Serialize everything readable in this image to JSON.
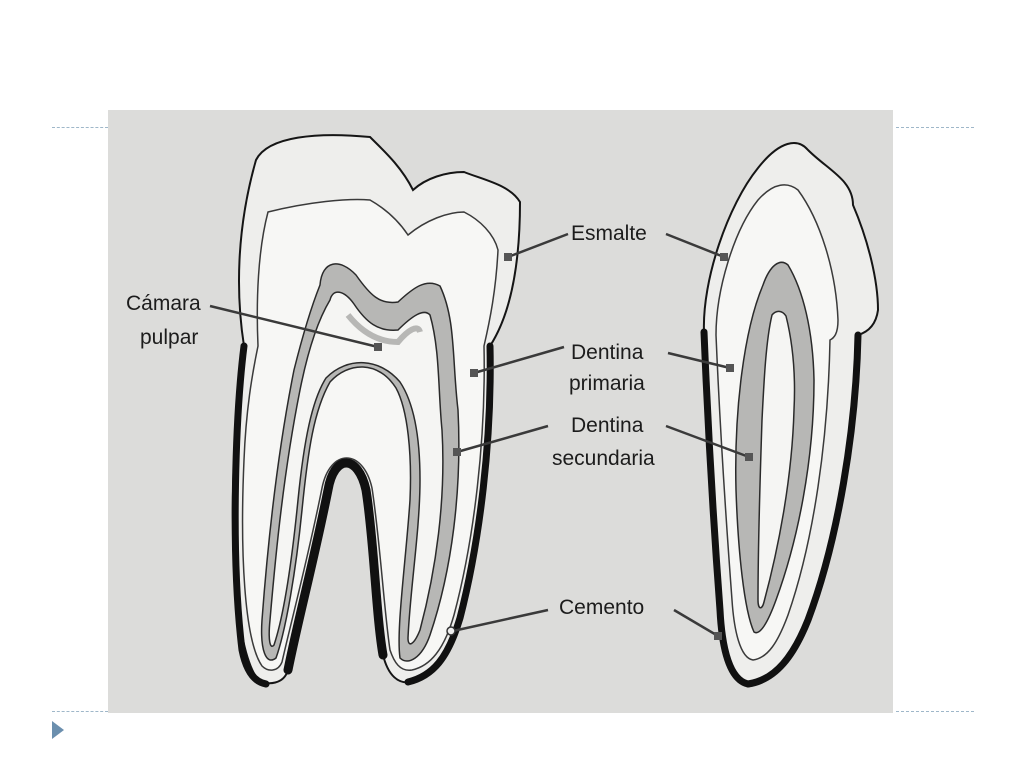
{
  "diagram": {
    "labels": {
      "esmalte": "Esmalte",
      "camara_line1": "Cámara",
      "camara_line2": "pulpar",
      "dentina_primaria_line1": "Dentina",
      "dentina_primaria_line2": "primaria",
      "dentina_secundaria_line1": "Dentina",
      "dentina_secundaria_line2": "secundaria",
      "cemento": "Cemento"
    },
    "colors": {
      "background": "#dcdcda",
      "enamel": "#eeeeec",
      "dentin": "#f7f7f5",
      "secondary_dentin": "#b7b7b5",
      "pulp": "#f5f5f3",
      "cementum": "#111111",
      "slide_rule": "#9fb7c9",
      "nav_arrow": "#6b8fae"
    },
    "icons": {
      "nav": "play-triangle-icon"
    }
  }
}
